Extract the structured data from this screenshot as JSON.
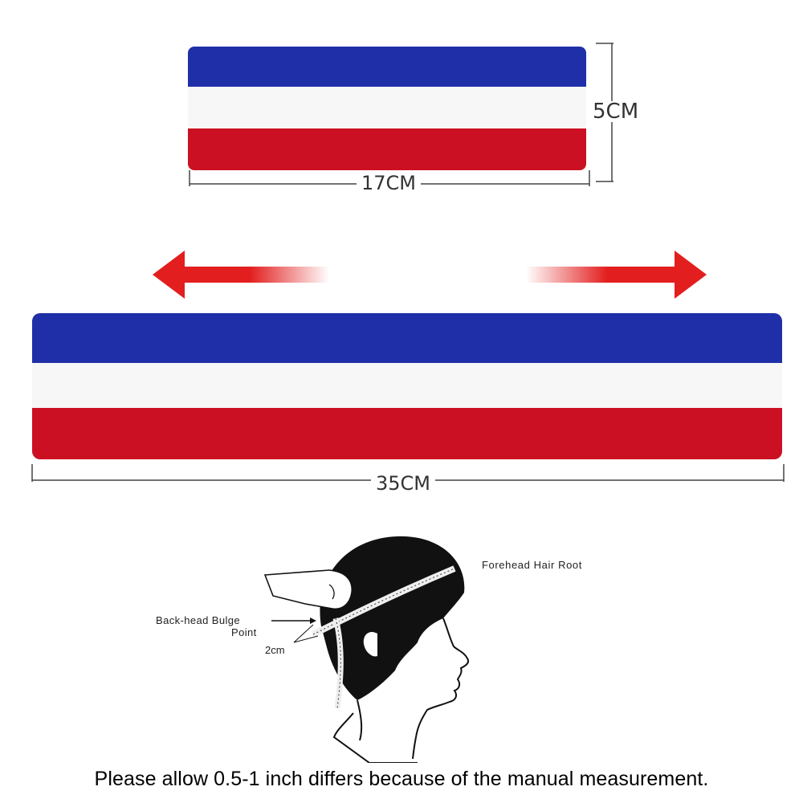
{
  "headband_small": {
    "width_label": "17CM",
    "height_label": "5CM"
  },
  "headband_stretched": {
    "width_label": "35CM"
  },
  "stripe_colors": {
    "blue": "#1f2fa8",
    "white": "#f7f7f7",
    "red": "#cc1023"
  },
  "arrow_color": "#e31e1e",
  "diagram": {
    "forehead_label": "Forehead Hair Root",
    "back_head_label_line1": "Back-head Bulge",
    "back_head_label_line2": "Point",
    "offset_label": "2cm"
  },
  "disclaimer": "Please allow 0.5-1 inch differs because of the manual measurement."
}
